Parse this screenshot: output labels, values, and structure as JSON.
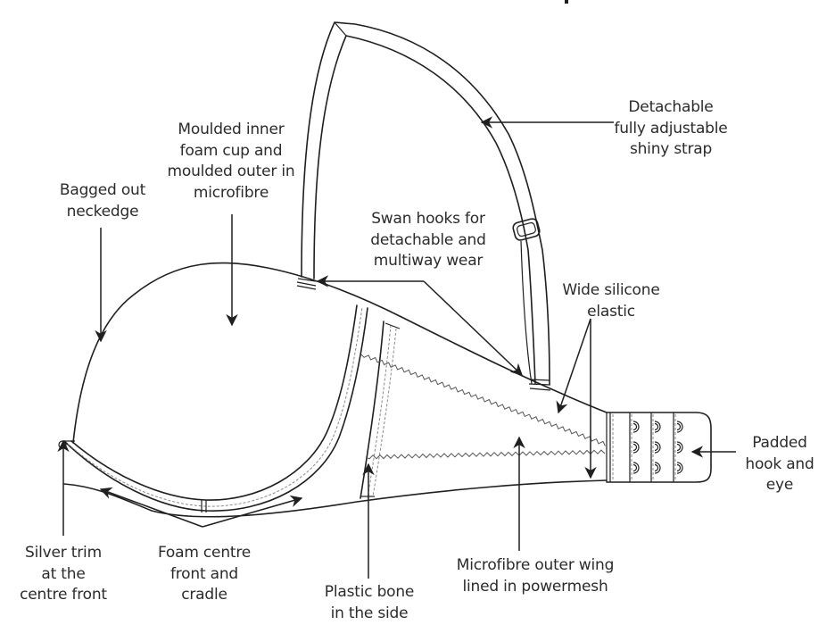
{
  "diagram": {
    "title_fragment": ".",
    "labels": {
      "moulded_cup": [
        "Moulded inner",
        "foam cup and",
        "moulded outer in",
        "microfibre"
      ],
      "detachable_strap": [
        "Detachable",
        "fully adjustable",
        "shiny  strap"
      ],
      "bagged_neckedge": [
        "Bagged out",
        "neckedge"
      ],
      "swan_hooks": [
        "Swan hooks for",
        "detachable and",
        "multiway wear"
      ],
      "silicone_elastic": [
        "Wide silicone",
        "elastic"
      ],
      "hook_and_eye": [
        "Padded",
        "hook and",
        "eye"
      ],
      "silver_trim": [
        "Silver trim",
        "at the",
        "centre front"
      ],
      "foam_centre": [
        "Foam centre",
        "front and",
        "cradle"
      ],
      "plastic_bone": [
        "Plastic bone",
        "in the side"
      ],
      "outer_wing": [
        "Microfibre outer wing",
        "lined in powermesh"
      ]
    },
    "hook_rows": 3,
    "hook_columns": 3,
    "colors": {
      "line": "#1f1f1f",
      "text": "#2b2b2b",
      "stitch": "#8a8a8a",
      "background": "#ffffff"
    }
  }
}
